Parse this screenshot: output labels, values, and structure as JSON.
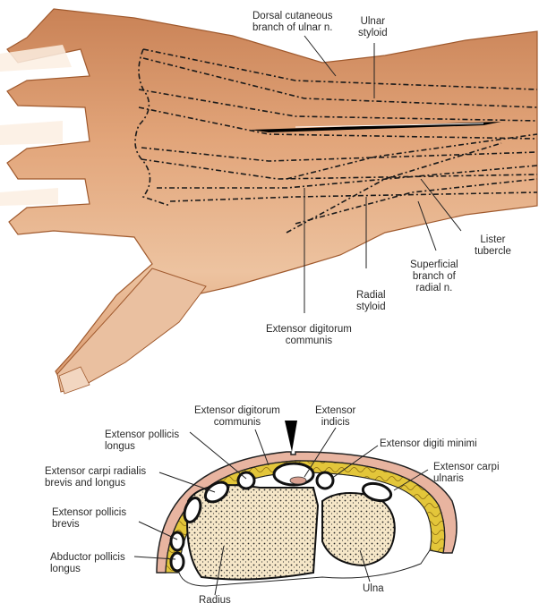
{
  "figure": {
    "top_panel": {
      "description": "Dorsal view of right hand and wrist with dashed outlines of extensor tendons and incision line",
      "skin_color": "#d9976b",
      "skin_highlight": "#f3d2b6",
      "incision_color": "#000000",
      "labels": [
        {
          "id": "dorsal-cutaneous",
          "lines": [
            "Dorsal cutaneous",
            "branch of ulnar n."
          ]
        },
        {
          "id": "ulnar-styloid",
          "lines": [
            "Ulnar",
            "styloid"
          ]
        },
        {
          "id": "lister-tubercle",
          "lines": [
            "Lister",
            "tubercle"
          ]
        },
        {
          "id": "superficial-radial",
          "lines": [
            "Superficial",
            "branch of",
            "radial n."
          ]
        },
        {
          "id": "radial-styloid",
          "lines": [
            "Radial",
            "styloid"
          ]
        },
        {
          "id": "extensor-digitorum-top",
          "lines": [
            "Extensor digitorum",
            "communis"
          ]
        }
      ]
    },
    "bottom_panel": {
      "description": "Cross-section of wrist showing radius, ulna and extensor compartments",
      "skin_color": "#e8b4a0",
      "fat_color": "#e3c63a",
      "bone_color": "#f6e7c8",
      "labels": [
        {
          "id": "extensor-digitorum-bottom",
          "lines": [
            "Extensor digitorum",
            "communis"
          ]
        },
        {
          "id": "extensor-indicis",
          "lines": [
            "Extensor",
            "indicis"
          ]
        },
        {
          "id": "extensor-pollicis-longus",
          "lines": [
            "Extensor pollicis",
            "longus"
          ]
        },
        {
          "id": "extensor-digiti-minimi",
          "lines": [
            "Extensor digiti minimi"
          ]
        },
        {
          "id": "extensor-carpi-radialis",
          "lines": [
            "Extensor carpi radialis",
            "brevis and longus"
          ]
        },
        {
          "id": "extensor-carpi-ulnaris",
          "lines": [
            "Extensor carpi",
            "ulnaris"
          ]
        },
        {
          "id": "extensor-pollicis-brevis",
          "lines": [
            "Extensor pollicis",
            "brevis"
          ]
        },
        {
          "id": "abductor-pollicis-longus",
          "lines": [
            "Abductor pollicis",
            "longus"
          ]
        },
        {
          "id": "radius",
          "lines": [
            "Radius"
          ]
        },
        {
          "id": "ulna",
          "lines": [
            "Ulna"
          ]
        }
      ]
    }
  }
}
